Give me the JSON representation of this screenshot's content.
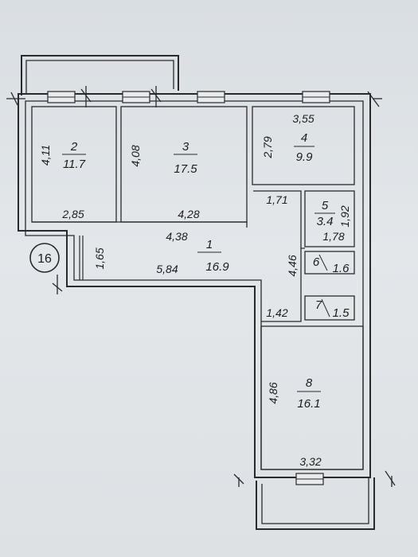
{
  "plan": {
    "marker": "16",
    "rooms": [
      {
        "id": "room-1",
        "number": "1",
        "area": "16.9"
      },
      {
        "id": "room-2",
        "number": "2",
        "area": "11.7"
      },
      {
        "id": "room-3",
        "number": "3",
        "area": "17.5"
      },
      {
        "id": "room-4",
        "number": "4",
        "area": "9.9"
      },
      {
        "id": "room-5",
        "number": "5",
        "area": "3.4"
      },
      {
        "id": "room-6",
        "number": "6",
        "area": "1.6"
      },
      {
        "id": "room-7",
        "number": "7",
        "area": "1.5"
      },
      {
        "id": "room-8",
        "number": "8",
        "area": "16.1"
      }
    ],
    "dimensions": {
      "r2_height": "4,11",
      "r2_width": "2,85",
      "r3_height": "4,08",
      "r3_width": "4,28",
      "r4_top": "3,55",
      "r4_height": "2,79",
      "r4_bottom": "1,71",
      "r5_height": "1,92",
      "r5_width": "1,78",
      "r1_top": "4,38",
      "r1_left": "1,65",
      "r1_bottom": "5,84",
      "r1_right": "4,46",
      "r7_width": "1,42",
      "r8_height": "4,86",
      "r8_bottom": "3,32"
    }
  }
}
